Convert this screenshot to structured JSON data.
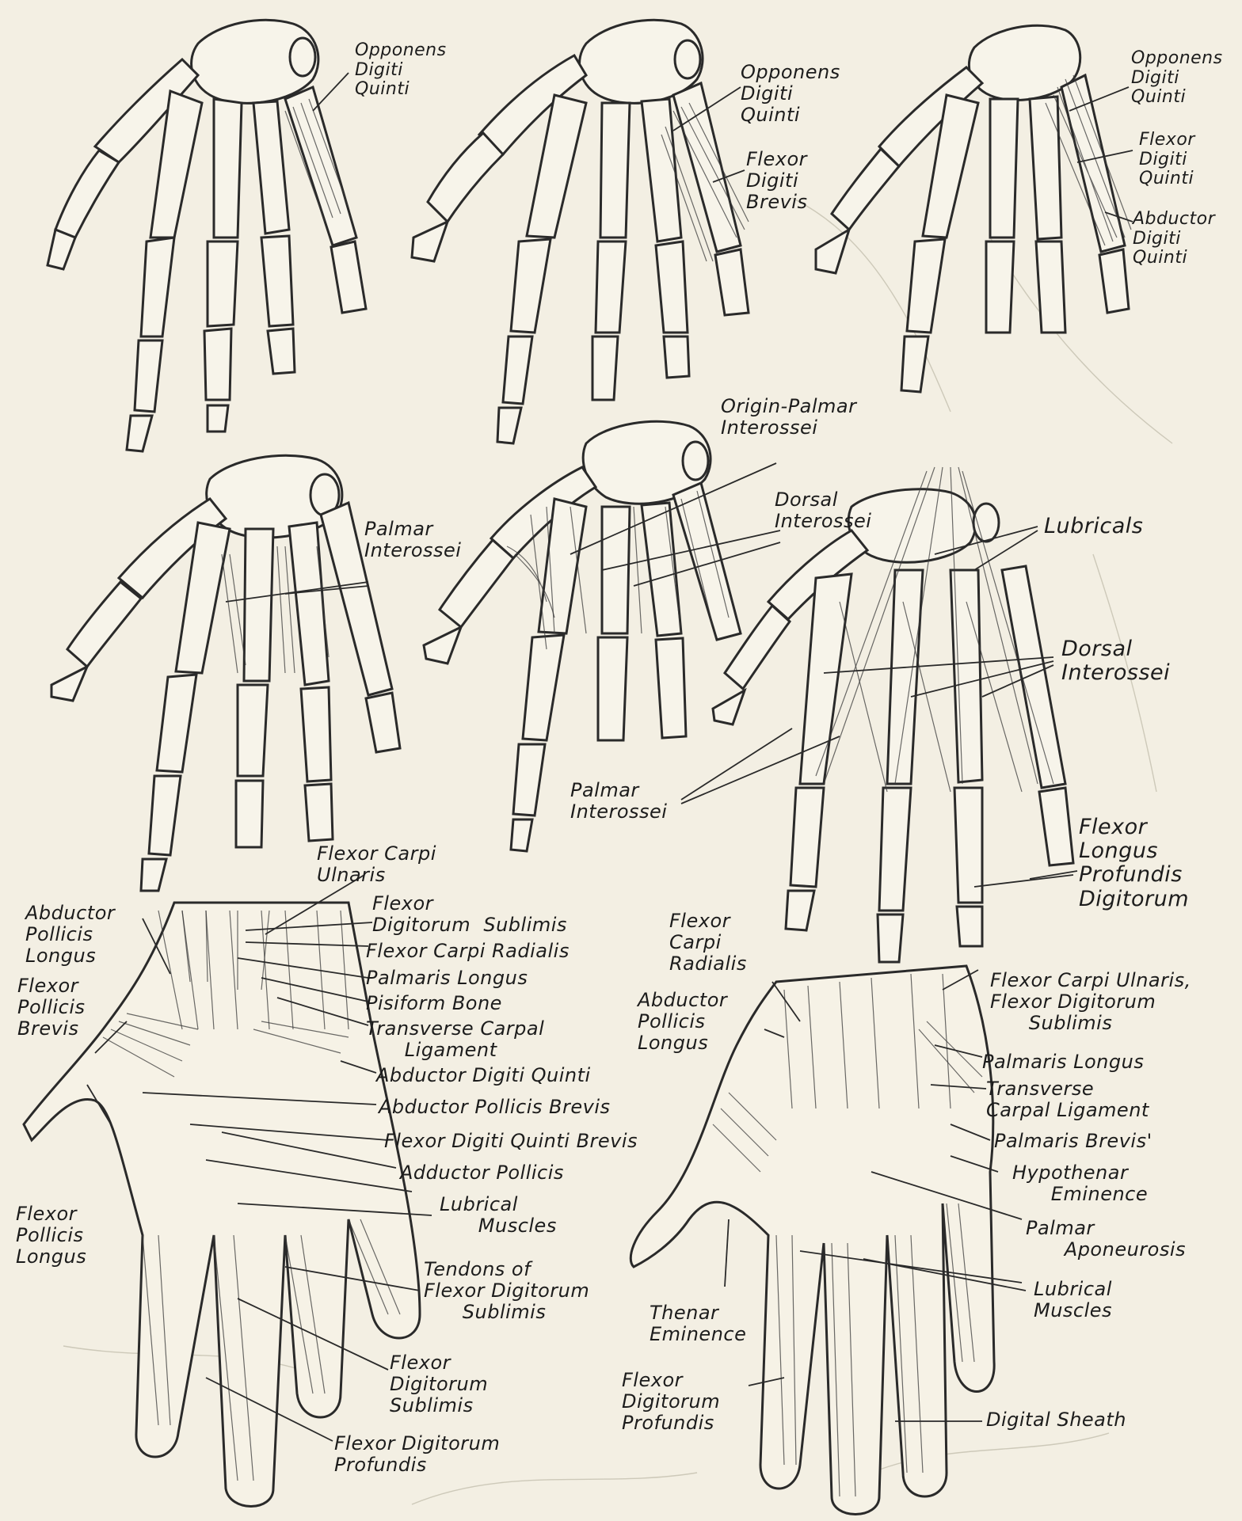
{
  "figures": [
    {
      "id": "fig-opponens-1",
      "labels": [
        {
          "name": "label-opponens-digiti-quinti-1",
          "text": "Opponens\nDigiti\nQuinti"
        }
      ]
    },
    {
      "id": "fig-opponens-2",
      "labels": [
        {
          "name": "label-opponens-digiti-quinti-2",
          "text": "Opponens\nDigiti\nQuinti"
        },
        {
          "name": "label-flexor-digiti-brevis",
          "text": "Flexor\nDigiti\nBrevis"
        }
      ]
    },
    {
      "id": "fig-opponens-3",
      "labels": [
        {
          "name": "label-opponens-digiti-quinti-3",
          "text": "Opponens\nDigiti\nQuinti"
        },
        {
          "name": "label-flexor-digiti-quinti",
          "text": "Flexor\nDigiti\nQuinti"
        },
        {
          "name": "label-abductor-digiti-quinti",
          "text": "Abductor\nDigiti\nQuinti"
        }
      ]
    },
    {
      "id": "fig-palmar-interossei",
      "labels": [
        {
          "name": "label-palmar-interossei-1",
          "text": "Palmar\nInterossei"
        }
      ]
    },
    {
      "id": "fig-interossei-origin",
      "labels": [
        {
          "name": "label-origin-palmar-interossei",
          "text": "Origin-Palmar\nInterossei"
        },
        {
          "name": "label-dorsal-interossei-1",
          "text": "Dorsal\nInterossei"
        },
        {
          "name": "label-palmar-interossei-2",
          "text": "Palmar\nInterossei"
        }
      ]
    },
    {
      "id": "fig-lubricals",
      "labels": [
        {
          "name": "label-lubricals",
          "text": "Lubricals"
        },
        {
          "name": "label-dorsal-interossei-2",
          "text": "Dorsal\nInterossei"
        },
        {
          "name": "label-flexor-longus-profundis",
          "text": "Flexor\nLongus\nProfundis\nDigitorum"
        }
      ]
    },
    {
      "id": "fig-palm-deep",
      "labels": [
        {
          "name": "label-flexor-carpi-ulnaris-a",
          "text": "Flexor Carpi\nUlnaris"
        },
        {
          "name": "label-flexor-digitorum-sublimis-a",
          "text": "Flexor\nDigitorum  Sublimis"
        },
        {
          "name": "label-flexor-carpi-radialis-a",
          "text": "Flexor Carpi Radialis"
        },
        {
          "name": "label-palmaris-longus-a",
          "text": "Palmaris Longus"
        },
        {
          "name": "label-pisiform-bone",
          "text": "Pisiform Bone"
        },
        {
          "name": "label-transverse-carpal-ligament-a",
          "text": "Transverse Carpal\n      Ligament"
        },
        {
          "name": "label-abductor-digiti-quinti-b",
          "text": "Abductor Digiti Quinti"
        },
        {
          "name": "label-abductor-pollicis-brevis",
          "text": "Abductor Pollicis Brevis"
        },
        {
          "name": "label-flexor-digiti-quinti-brevis",
          "text": "Flexor Digiti Quinti Brevis"
        },
        {
          "name": "label-adductor-pollicis",
          "text": "Adductor Pollicis"
        },
        {
          "name": "label-lubrical-muscles-a",
          "text": "Lubrical\n      Muscles"
        },
        {
          "name": "label-tendons-flexor-digitorum-sublimis",
          "text": "Tendons of\nFlexor Digitorum\n      Sublimis"
        },
        {
          "name": "label-flexor-digitorum-sublimis-b",
          "text": "Flexor\nDigitorum\nSublimis"
        },
        {
          "name": "label-flexor-digitorum-profundis-a",
          "text": "Flexor Digitorum\nProfundis"
        },
        {
          "name": "label-abductor-pollicis-longus-a",
          "text": "Abductor\nPollicis\nLongus"
        },
        {
          "name": "label-flexor-pollicis-brevis",
          "text": "Flexor\nPollicis\nBrevis"
        },
        {
          "name": "label-flexor-pollicis-longus",
          "text": "Flexor\nPollicis\nLongus"
        }
      ]
    },
    {
      "id": "fig-palm-superficial",
      "labels": [
        {
          "name": "label-flexor-carpi-radialis-b",
          "text": "Flexor\nCarpi\nRadialis"
        },
        {
          "name": "label-abductor-pollicis-longus-b",
          "text": "Abductor\nPollicis\nLongus"
        },
        {
          "name": "label-flexor-carpi-ulnaris-b",
          "text": "Flexor Carpi Ulnaris,\nFlexor Digitorum\n      Sublimis"
        },
        {
          "name": "label-palmaris-longus-b",
          "text": "Palmaris Longus"
        },
        {
          "name": "label-transverse-carpal-ligament-b",
          "text": "Transverse\nCarpal Ligament"
        },
        {
          "name": "label-palmaris-brevis",
          "text": "Palmaris Brevis'"
        },
        {
          "name": "label-hypothenar-eminence",
          "text": "Hypothenar\n      Eminence"
        },
        {
          "name": "label-palmar-aponeurosis",
          "text": "Palmar\n      Aponeurosis"
        },
        {
          "name": "label-lubrical-muscles-b",
          "text": "Lubrical\nMuscles"
        },
        {
          "name": "label-thenar-eminence",
          "text": "Thenar\nEminence"
        },
        {
          "name": "label-flexor-digitorum-profundis-b",
          "text": "Flexor\nDigitorum\nProfundis"
        },
        {
          "name": "label-digital-sheath",
          "text": "Digital Sheath"
        }
      ]
    }
  ]
}
